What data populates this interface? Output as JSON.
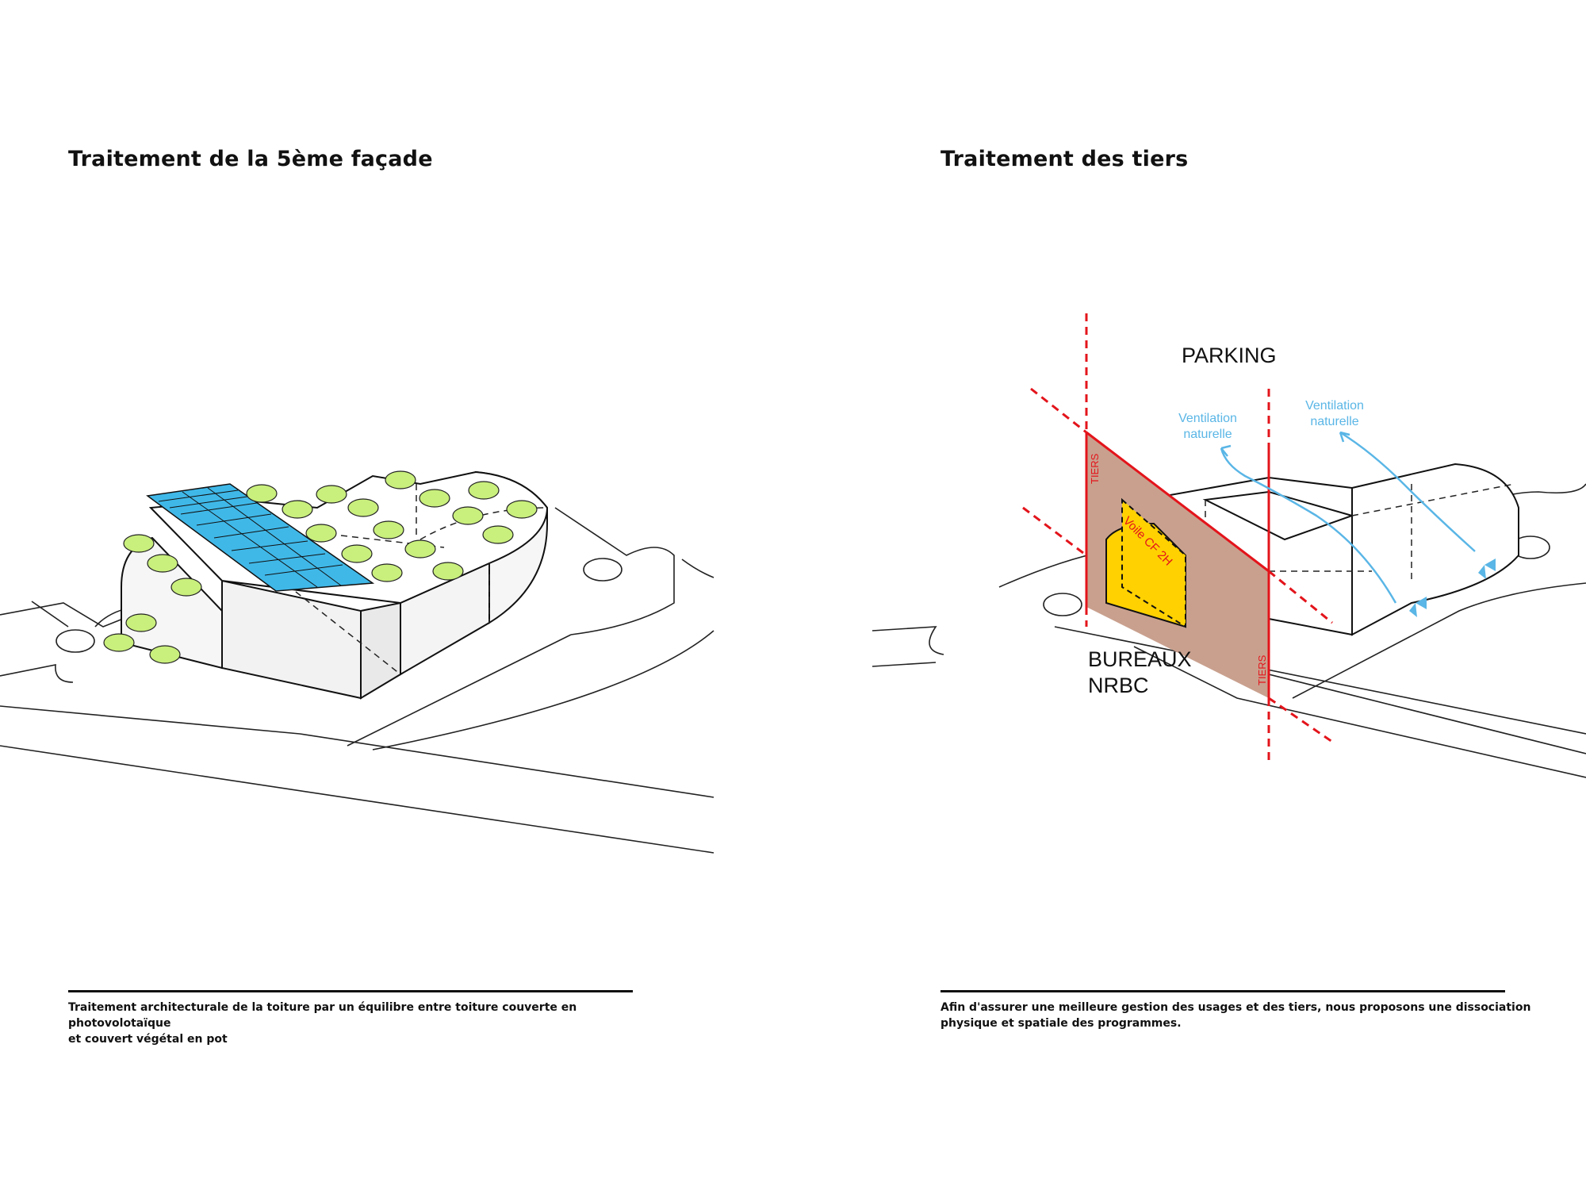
{
  "left": {
    "title": "Traitement de la 5ème façade",
    "caption_line1": "Traitement architecturale de la toiture par un équilibre entre toiture couverte en photovolotaïque",
    "caption_line2": "et couvert végétal en pot"
  },
  "right": {
    "title": "Traitement des tiers",
    "label_parking": "PARKING",
    "label_bureaux_line1": "BUREAUX",
    "label_bureaux_line2": "NRBC",
    "ventilation_1_line1": "Ventilation",
    "ventilation_1_line2": "naturelle",
    "ventilation_2_line1": "Ventilation",
    "ventilation_2_line2": "naturelle",
    "tiers_label_1": "TIERS",
    "tiers_label_2": "TIERS",
    "voile_label": "Voile CF 2H",
    "caption_line1": "Afin d'assurer une meilleure gestion des usages et des tiers, nous proposons une dissociation",
    "caption_line2": "physique et spatiale des programmes."
  },
  "colors": {
    "solar": "#3fb8e8",
    "tree": "#c9ef7c",
    "tiers_line": "#e3141b",
    "tiers_plane": "#c9a08e",
    "bureaux": "#ffd100",
    "ventilation": "#5ab6e6"
  }
}
